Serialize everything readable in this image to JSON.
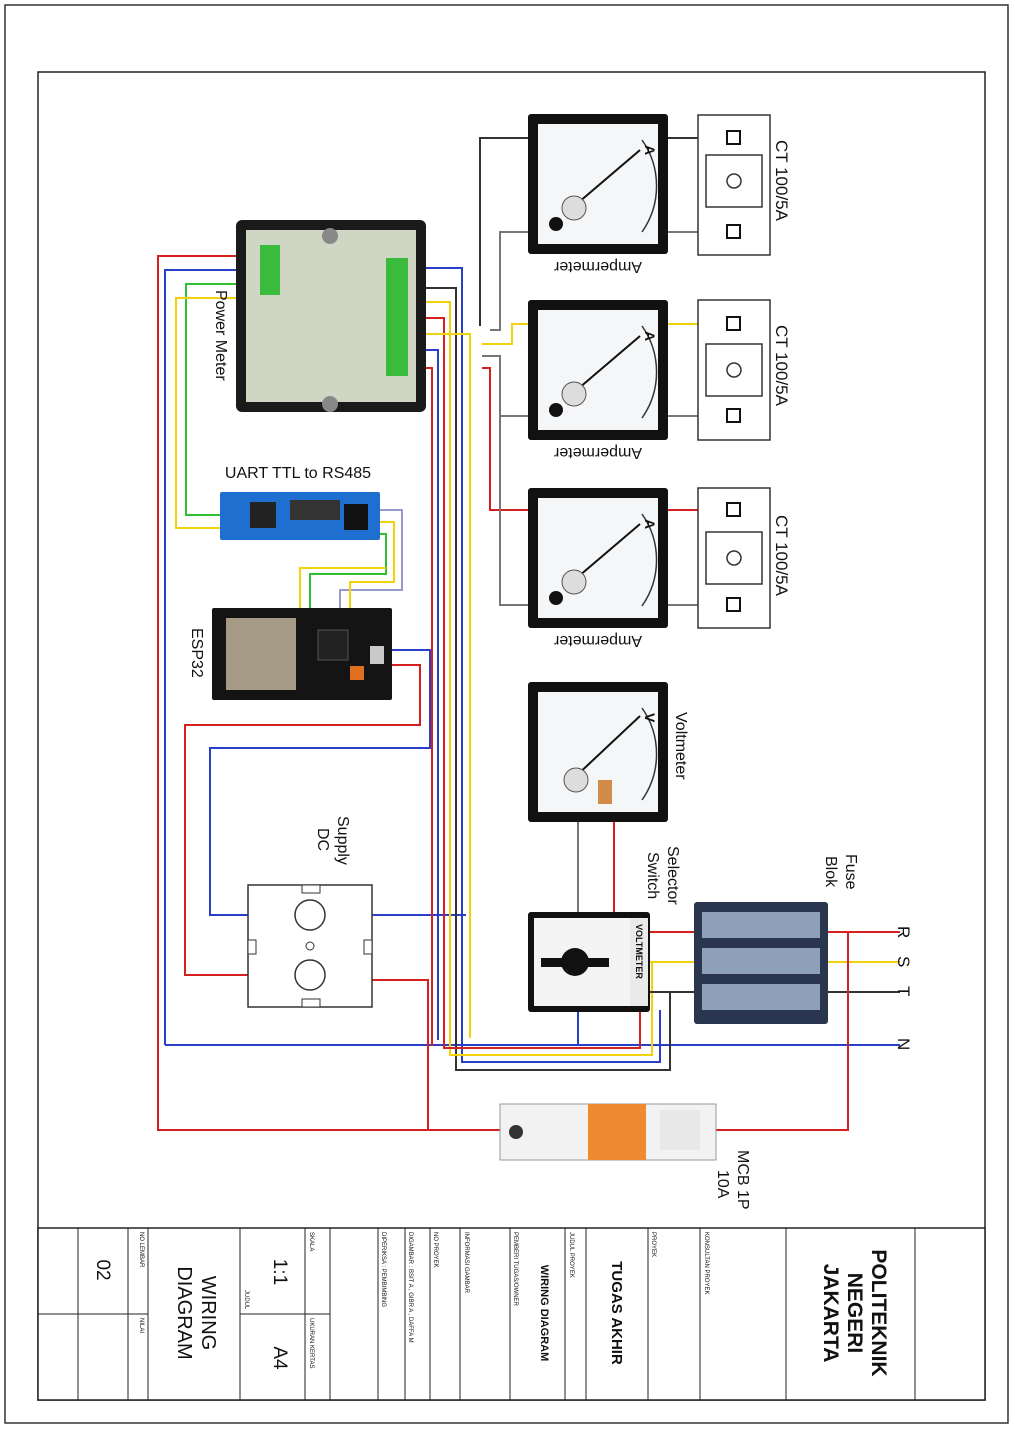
{
  "labels": {
    "ct1": "CT 100/5A",
    "ct2": "CT 100/5A",
    "ct3": "CT 100/5A",
    "ammeter1": "Ampermeter",
    "ammeter2": "Ampermeter",
    "ammeter3": "Ampermeter",
    "voltmeter": "Voltmeter",
    "power_meter": "Power Meter",
    "uart": "UART TTL to RS485",
    "esp32": "ESP32",
    "supply_line1": "Supply",
    "supply_line2": "DC",
    "selector_line1": "Selector",
    "selector_line2": "Switch",
    "fuse_line1": "Fuse",
    "fuse_line2": "Blok",
    "mcb_line1": "MCB 1P",
    "mcb_line2": "10A",
    "phase_r": "R",
    "phase_s": "S",
    "phase_t": "T",
    "neutral": "N",
    "meter_letter_a": "A",
    "meter_letter_v": "V",
    "selector_face": "VOLTMETER"
  },
  "title_block": {
    "school_line1": "POLITEKNIK",
    "school_line2": "NEGERI",
    "school_line3": "JAKARTA",
    "konsultan_label": "KONSULTAN PROYEK",
    "proyek_label": "PROYEK",
    "proyek_value": "TUGAS AKHIR",
    "judul_label": "JUDUL PROYEK",
    "judul_value": "WIRING DIAGRAM",
    "pemberi_label": "PEMBERI TUGAS/OWNER",
    "informasi_label": "INFORMASI GAMBAR",
    "no_proyek_label": "NO PROYEK",
    "digambar_label": "DIGAMBAR : BSIT A , GIBR A , DAFFA M",
    "diperiksa_label": "DIPERIKSA : PEMBIMBING",
    "skala_label": "SKALA",
    "skala_value": "1:1",
    "ukuran_label": "UKURAN KERTAS",
    "ukuran_value": "A4",
    "judul2_label": "JUDUL",
    "judul2_line1": "WIRING",
    "judul2_line2": "DIAGRAM",
    "no_lembar_label": "NO LEMBAR",
    "no_lembar_value": "02",
    "nilai_label": "NILAI"
  },
  "colors": {
    "red": "#d62020",
    "blue": "#2a3fc8",
    "yellow": "#f2d20a",
    "gray": "#777777",
    "green": "#2fbf2f",
    "board_blue": "#1e6fd0",
    "meter_bezel": "#111111"
  }
}
